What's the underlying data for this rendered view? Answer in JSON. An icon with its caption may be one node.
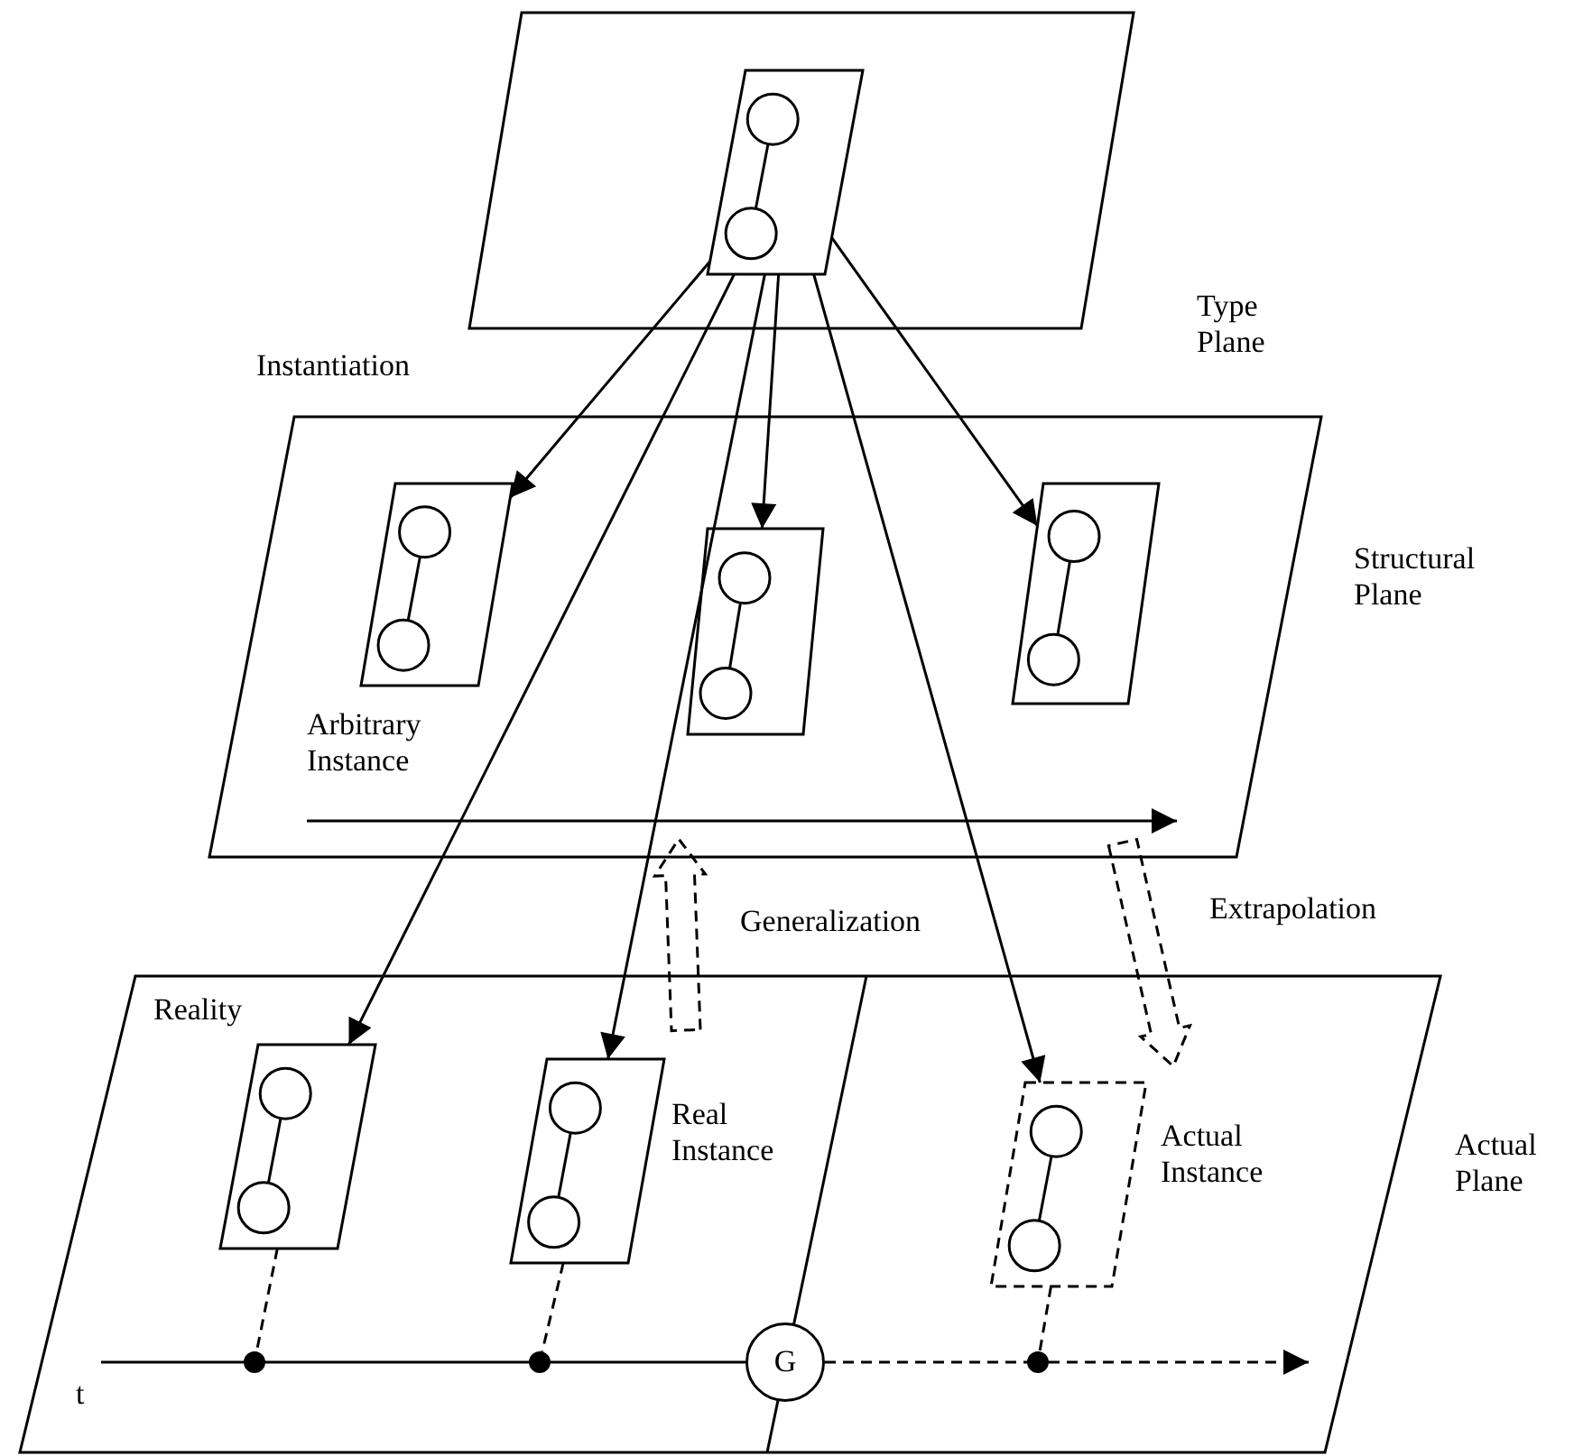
{
  "diagram": {
    "nodes": [
      {
        "text": [
          "Type Plane"
        ]
      },
      {
        "text": [],
        "shape": "box",
        "in": 0
      },
      {
        "text": [
          "Structural Plane"
        ]
      },
      {
        "text": [],
        "shape": "box",
        "in": 2
      },
      {
        "text": [],
        "shape": "box",
        "in": 2
      },
      {
        "text": [],
        "shape": "box",
        "in": 2
      },
      {
        "text": [
          "Actual Plane"
        ]
      },
      {
        "text": [],
        "shape": "box",
        "in": 6
      },
      {
        "text": [],
        "shape": "box",
        "in": 6,
        "beside": [
          "Real Instance"
        ]
      },
      {
        "text": [],
        "shape": "box",
        "in": 6,
        "beside": [
          "Actual Instance"
        ]
      },
      {
        "text": [
          "G"
        ],
        "in": 6
      },
      {
        "text": [],
        "shape": "circle",
        "in": 6
      },
      {
        "text": [],
        "shape": "circle",
        "in": 6
      },
      {
        "text": [],
        "shape": "circle",
        "in": 6
      }
    ],
    "edges": [
      {
        "from": 1,
        "to": 3,
        "arrow": "to"
      },
      {
        "from": 1,
        "to": 7,
        "arrow": "to"
      },
      {
        "from": 1,
        "to": 8,
        "arrow": "to"
      },
      {
        "from": 1,
        "to": 4,
        "arrow": "to"
      },
      {
        "from": 1,
        "to": 9,
        "arrow": "to"
      },
      {
        "from": 1,
        "to": 5,
        "arrow": "to"
      },
      {
        "from": 6,
        "to": 2,
        "arrow": "to",
        "style": "dashed",
        "label": "Generalization"
      },
      {
        "from": 2,
        "to": 6,
        "arrow": "to",
        "style": "dashed",
        "label": "Extrapolation"
      },
      {
        "from": 7,
        "to": 11,
        "arrow": "none",
        "style": "dashed"
      },
      {
        "from": 8,
        "to": 12,
        "arrow": "none",
        "style": "dashed"
      },
      {
        "from": 9,
        "to": 13,
        "arrow": "none",
        "style": "dashed"
      },
      {
        "from": null,
        "to": 11,
        "arrow": "none"
      },
      {
        "from": 11,
        "to": 12,
        "arrow": "none"
      },
      {
        "from": 12,
        "to": 10,
        "arrow": "none"
      },
      {
        "from": 10,
        "to": 13,
        "arrow": "none",
        "style": "dashed"
      },
      {
        "from": 13,
        "to": null,
        "arrow": "to",
        "style": "dashed"
      }
    ],
    "labels": [
      "Instantiation",
      "Arbitrary Instance",
      "Reality",
      "t"
    ]
  }
}
